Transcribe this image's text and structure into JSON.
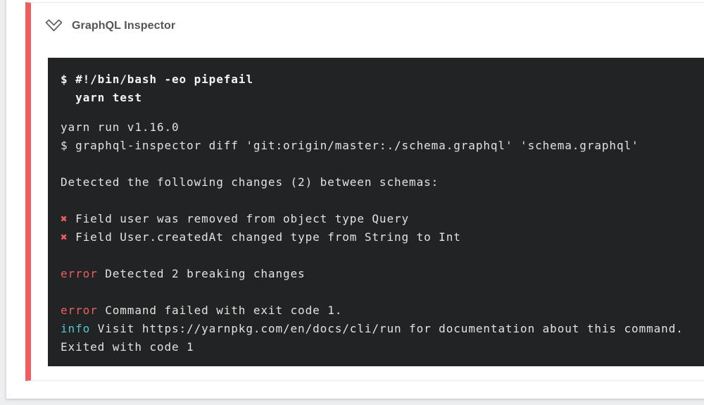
{
  "step": {
    "title": "GraphQL Inspector",
    "icon": "chevron-double-down-icon",
    "status": "failed"
  },
  "colors": {
    "failure_red": "#ee5e5e",
    "info_cyan": "#55c5ce",
    "terminal_bg": "#222325",
    "terminal_text": "#e2e2df",
    "command_text": "#f4f4f4"
  },
  "terminal": {
    "command_lines": [
      "$ #!/bin/bash -eo pipefail",
      "  yarn test"
    ],
    "output_lines": [
      [
        {
          "text": "yarn run v1.16.0"
        }
      ],
      [
        {
          "text": "$ graphql-inspector diff 'git:origin/master:./schema.graphql' 'schema.graphql'"
        }
      ],
      [],
      [
        {
          "text": "Detected the following changes (2) between schemas:"
        }
      ],
      [],
      [
        {
          "text": "✖",
          "color": "red"
        },
        {
          "text": " Field user was removed from object type Query"
        }
      ],
      [
        {
          "text": "✖",
          "color": "red"
        },
        {
          "text": " Field User.createdAt changed type from String to Int"
        }
      ],
      [],
      [
        {
          "text": "error",
          "color": "red"
        },
        {
          "text": " Detected 2 breaking changes"
        }
      ],
      [],
      [
        {
          "text": "error",
          "color": "red"
        },
        {
          "text": " Command failed with exit code 1."
        }
      ],
      [
        {
          "text": "info",
          "color": "cyan"
        },
        {
          "text": " Visit https://yarnpkg.com/en/docs/cli/run for documentation about this command."
        }
      ],
      [
        {
          "text": "Exited with code 1"
        }
      ]
    ]
  }
}
